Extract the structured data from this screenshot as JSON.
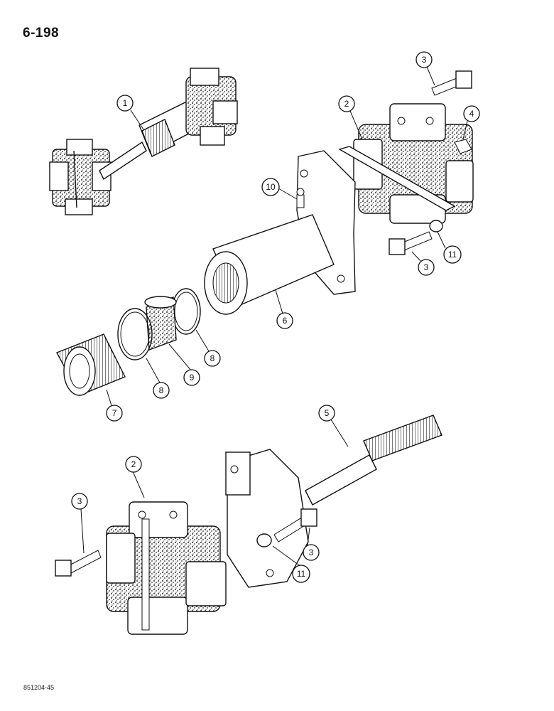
{
  "page_number": "6-198",
  "figure_code": "851204-45",
  "callouts": [
    "1",
    "2",
    "3",
    "3",
    "4",
    "10",
    "11",
    "6",
    "8",
    "9",
    "8",
    "7",
    "5",
    "2",
    "3",
    "3",
    "11"
  ],
  "colors": {
    "ink": "#111111",
    "paper": "#ffffff",
    "stipple": "#6f6f6f"
  }
}
